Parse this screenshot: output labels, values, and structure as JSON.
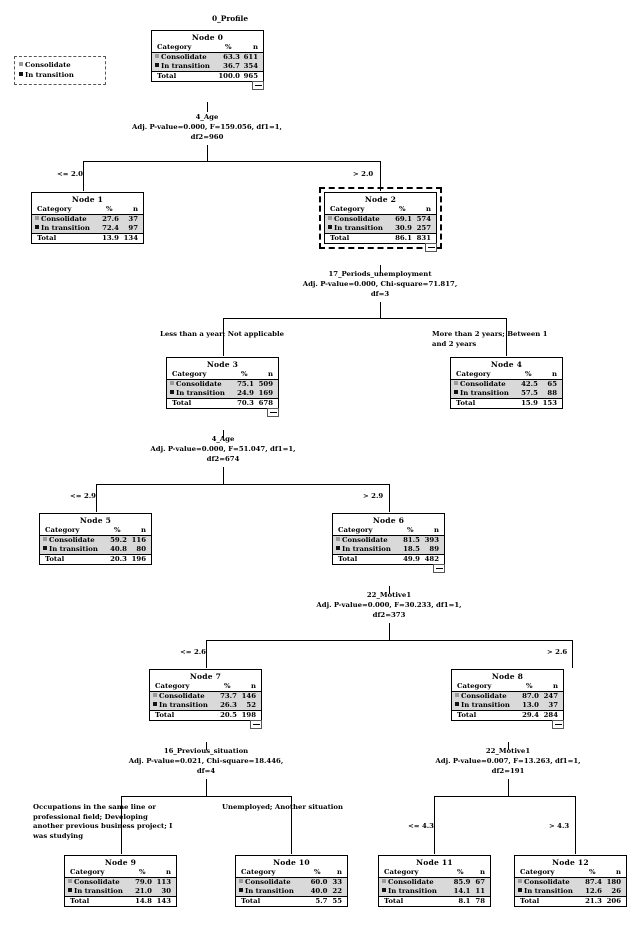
{
  "diagram": {
    "root_caption": "0_Profile",
    "legend": {
      "items": [
        {
          "label": "Consolidate",
          "swatch": "#9a9a9a",
          "icon": "legend-square-icon"
        },
        {
          "label": "In transition",
          "swatch": "#111111",
          "icon": "legend-square-icon"
        }
      ]
    },
    "table_headers": {
      "category": "Category",
      "percent": "%",
      "n": "n"
    },
    "total_label": "Total",
    "category_labels": {
      "consolidate": "Consolidate",
      "in_transition": "In transition"
    },
    "collapse_icon": "minus-collapse-icon"
  },
  "nodes": [
    {
      "id": "node-0",
      "title": "Node 0",
      "consolidate": {
        "pct": "63.3",
        "n": "611"
      },
      "in_transition": {
        "pct": "36.7",
        "n": "354"
      },
      "total": {
        "pct": "100.0",
        "n": "965"
      },
      "selected": false
    },
    {
      "id": "node-1",
      "title": "Node 1",
      "consolidate": {
        "pct": "27.6",
        "n": "37"
      },
      "in_transition": {
        "pct": "72.4",
        "n": "97"
      },
      "total": {
        "pct": "13.9",
        "n": "134"
      },
      "selected": false
    },
    {
      "id": "node-2",
      "title": "Node 2",
      "consolidate": {
        "pct": "69.1",
        "n": "574"
      },
      "in_transition": {
        "pct": "30.9",
        "n": "257"
      },
      "total": {
        "pct": "86.1",
        "n": "831"
      },
      "selected": true
    },
    {
      "id": "node-3",
      "title": "Node 3",
      "consolidate": {
        "pct": "75.1",
        "n": "509"
      },
      "in_transition": {
        "pct": "24.9",
        "n": "169"
      },
      "total": {
        "pct": "70.3",
        "n": "678"
      },
      "selected": false
    },
    {
      "id": "node-4",
      "title": "Node 4",
      "consolidate": {
        "pct": "42.5",
        "n": "65"
      },
      "in_transition": {
        "pct": "57.5",
        "n": "88"
      },
      "total": {
        "pct": "15.9",
        "n": "153"
      },
      "selected": false
    },
    {
      "id": "node-5",
      "title": "Node 5",
      "consolidate": {
        "pct": "59.2",
        "n": "116"
      },
      "in_transition": {
        "pct": "40.8",
        "n": "80"
      },
      "total": {
        "pct": "20.3",
        "n": "196"
      },
      "selected": false
    },
    {
      "id": "node-6",
      "title": "Node 6",
      "consolidate": {
        "pct": "81.5",
        "n": "393"
      },
      "in_transition": {
        "pct": "18.5",
        "n": "89"
      },
      "total": {
        "pct": "49.9",
        "n": "482"
      },
      "selected": false
    },
    {
      "id": "node-7",
      "title": "Node 7",
      "consolidate": {
        "pct": "73.7",
        "n": "146"
      },
      "in_transition": {
        "pct": "26.3",
        "n": "52"
      },
      "total": {
        "pct": "20.5",
        "n": "198"
      },
      "selected": false
    },
    {
      "id": "node-8",
      "title": "Node 8",
      "consolidate": {
        "pct": "87.0",
        "n": "247"
      },
      "in_transition": {
        "pct": "13.0",
        "n": "37"
      },
      "total": {
        "pct": "29.4",
        "n": "284"
      },
      "selected": false
    },
    {
      "id": "node-9",
      "title": "Node 9",
      "consolidate": {
        "pct": "79.0",
        "n": "113"
      },
      "in_transition": {
        "pct": "21.0",
        "n": "30"
      },
      "total": {
        "pct": "14.8",
        "n": "143"
      },
      "selected": false
    },
    {
      "id": "node-10",
      "title": "Node 10",
      "consolidate": {
        "pct": "60.0",
        "n": "33"
      },
      "in_transition": {
        "pct": "40.0",
        "n": "22"
      },
      "total": {
        "pct": "5.7",
        "n": "55"
      },
      "selected": false
    },
    {
      "id": "node-11",
      "title": "Node 11",
      "consolidate": {
        "pct": "85.9",
        "n": "67"
      },
      "in_transition": {
        "pct": "14.1",
        "n": "11"
      },
      "total": {
        "pct": "8.1",
        "n": "78"
      },
      "selected": false
    },
    {
      "id": "node-12",
      "title": "Node 12",
      "consolidate": {
        "pct": "87.4",
        "n": "180"
      },
      "in_transition": {
        "pct": "12.6",
        "n": "26"
      },
      "total": {
        "pct": "21.3",
        "n": "206"
      },
      "selected": false
    }
  ],
  "splits": [
    {
      "id": "split-0",
      "variable": "4_Age",
      "stats": "Adj. P-value=0.000, F=159.056, df1=1,",
      "stats2": "df2=960",
      "left_label": "<= 2.0",
      "right_label": "> 2.0"
    },
    {
      "id": "split-2",
      "variable": "17_Periods_unemployment",
      "stats": "Adj. P-value=0.000, Chi-square=71.817,",
      "stats2": "df=3",
      "left_label": "Less than a year; Not applicable",
      "right_label": "More than 2 years; Between 1 and 2 years"
    },
    {
      "id": "split-3",
      "variable": "4_Age",
      "stats": "Adj. P-value=0.000, F=51.047, df1=1,",
      "stats2": "df2=674",
      "left_label": "<= 2.9",
      "right_label": "> 2.9"
    },
    {
      "id": "split-6",
      "variable": "22_Motive1",
      "stats": "Adj. P-value=0.000, F=30.233, df1=1,",
      "stats2": "df2=373",
      "left_label": "<= 2.6",
      "right_label": "> 2.6"
    },
    {
      "id": "split-7",
      "variable": "16_Previous_situation",
      "stats": "Adj. P-value=0.021, Chi-square=18.446,",
      "stats2": "df=4",
      "left_label": "Occupations in the same line or professional field; Developing another previous business project; I was studying",
      "right_label": "Unemployed; Another situation"
    },
    {
      "id": "split-8",
      "variable": "22_Motive1",
      "stats": "Adj. P-value=0.007, F=13.263, df1=1,",
      "stats2": "df2=191",
      "left_label": "<= 4.3",
      "right_label": "> 4.3"
    }
  ]
}
